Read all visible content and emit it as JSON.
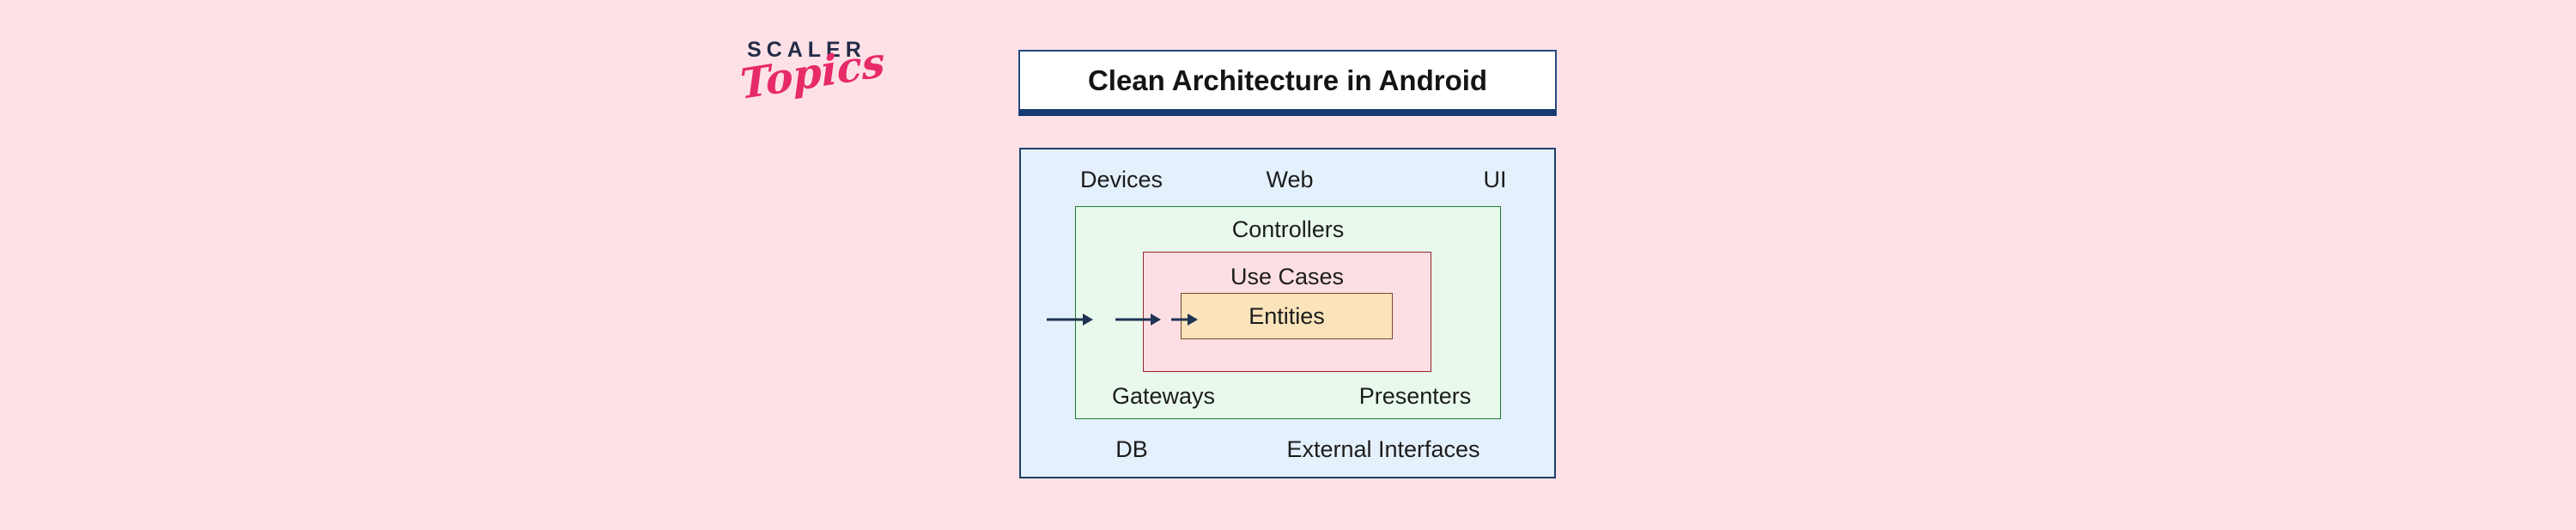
{
  "colors": {
    "page_bg": "#fde1e7",
    "brand_navy": "#232b47",
    "brand_pink": "#e72a68",
    "title_border": "#26497c",
    "title_bar": "#143a70",
    "outer_fill": "#e4f0fb",
    "outer_border": "#1e3f66",
    "green_fill": "#e9faec",
    "green_border": "#1f7d36",
    "pink_fill": "#fcdfe4",
    "pink_border": "#96252d",
    "entities_fill": "#fbe4bb",
    "entities_border": "#7c452c",
    "arrow": "#1f3353",
    "text": "#1c1c1c"
  },
  "logo": {
    "brand": "SCALER",
    "script": "Topics"
  },
  "title": {
    "text": "Clean Architecture in Android"
  },
  "diagram": {
    "outer_layer": {
      "devices": "Devices",
      "web": "Web",
      "ui": "UI",
      "db": "DB",
      "external_interfaces": "External Interfaces"
    },
    "adapters_layer": {
      "controllers": "Controllers",
      "gateways": "Gateways",
      "presenters": "Presenters"
    },
    "use_cases_layer": {
      "label": "Use Cases"
    },
    "entities_layer": {
      "label": "Entities"
    }
  }
}
